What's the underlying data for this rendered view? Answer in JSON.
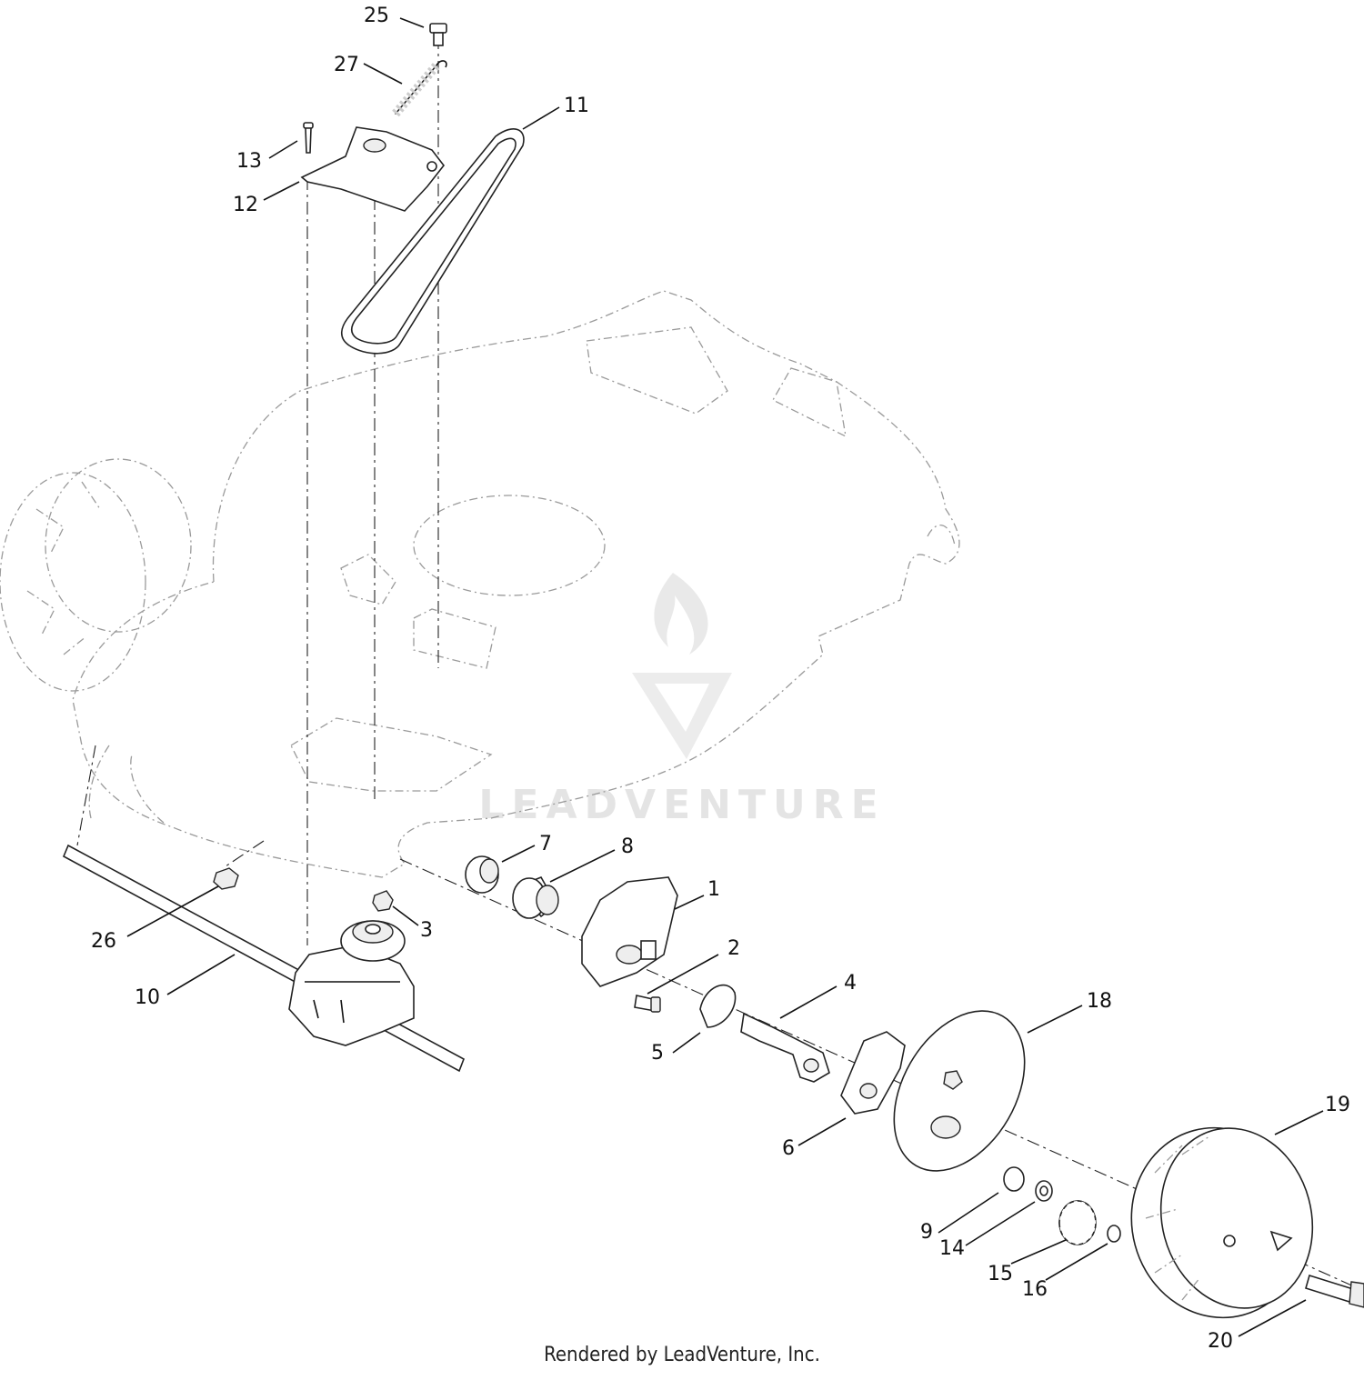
{
  "watermark": {
    "brand": "LEADVENTURE"
  },
  "footer": {
    "credit": "Rendered by LeadVenture, Inc."
  },
  "callouts": [
    "25",
    "27",
    "11",
    "13",
    "12",
    "7",
    "8",
    "1",
    "3",
    "26",
    "2",
    "10",
    "4",
    "18",
    "5",
    "6",
    "19",
    "9",
    "14",
    "15",
    "16",
    "20"
  ]
}
